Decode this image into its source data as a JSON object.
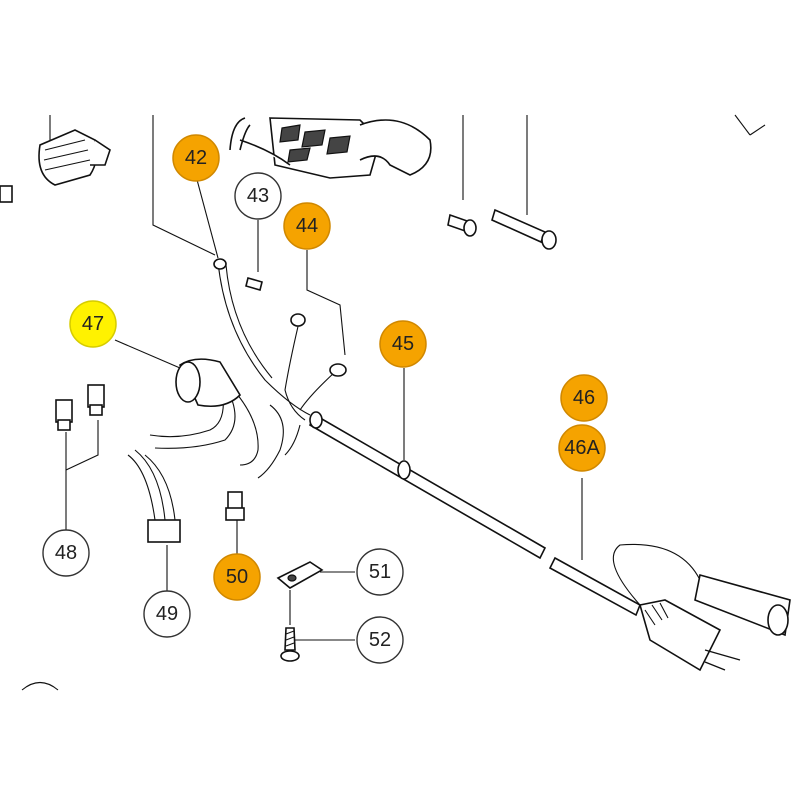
{
  "callouts": [
    {
      "id": "c42",
      "label": "42",
      "style": "orange"
    },
    {
      "id": "c43",
      "label": "43",
      "style": "white"
    },
    {
      "id": "c44",
      "label": "44",
      "style": "orange"
    },
    {
      "id": "c45",
      "label": "45",
      "style": "orange"
    },
    {
      "id": "c46",
      "label": "46",
      "style": "orange"
    },
    {
      "id": "c46a",
      "label": "46A",
      "style": "orange"
    },
    {
      "id": "c47",
      "label": "47",
      "style": "yellow"
    },
    {
      "id": "c48",
      "label": "48",
      "style": "white"
    },
    {
      "id": "c49",
      "label": "49",
      "style": "white"
    },
    {
      "id": "c50",
      "label": "50",
      "style": "orange"
    },
    {
      "id": "c51",
      "label": "51",
      "style": "white"
    },
    {
      "id": "c52",
      "label": "52",
      "style": "white"
    }
  ],
  "colors": {
    "orange": "#f5a300",
    "yellow": "#fff200",
    "white": "#ffffff",
    "outline": "#333333"
  }
}
